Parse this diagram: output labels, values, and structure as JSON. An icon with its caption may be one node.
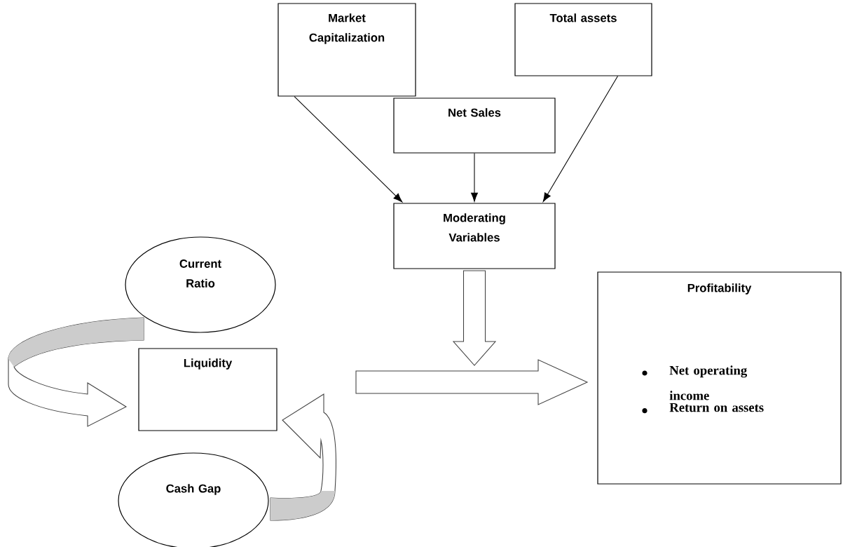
{
  "diagram": {
    "nodes": [
      {
        "text": [
          "Market Capitalization"
        ]
      },
      {
        "text": [
          "Total assets"
        ]
      },
      {
        "text": [
          "Net Sales"
        ]
      },
      {
        "text": [
          "Moderating Variables"
        ]
      },
      {
        "text": [
          "Current Ratio"
        ]
      },
      {
        "text": [
          "Liquidity"
        ]
      },
      {
        "text": [
          "Cash Gap"
        ]
      },
      {
        "text": [
          "Profitability",
          "Net operating income",
          "Return on assets"
        ]
      }
    ],
    "edges": [
      {
        "from": 0,
        "to": 3,
        "arrow": "to"
      },
      {
        "from": 2,
        "to": 3,
        "arrow": "to"
      },
      {
        "from": 1,
        "to": 3,
        "arrow": "to"
      },
      {
        "from": 3,
        "to": null,
        "arrow": "to"
      },
      {
        "from": null,
        "to": 7,
        "arrow": "to"
      },
      {
        "from": 4,
        "to": 5,
        "arrow": "to"
      },
      {
        "from": 6,
        "to": 5,
        "arrow": "to"
      }
    ]
  }
}
